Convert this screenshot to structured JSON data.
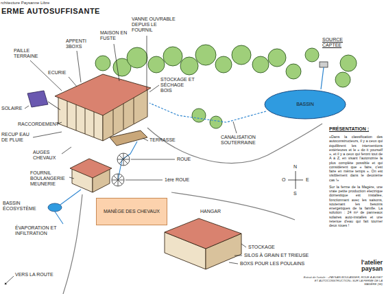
{
  "diagram": {
    "title": "ERME AUTOSUFFISANTE",
    "nodes": [
      {
        "text": [
          "MANÈGE DES CHEVAUX"
        ]
      },
      {
        "text": [
          "BASSIN"
        ]
      }
    ],
    "labels": [
      "rchitecture Paysanne Libre",
      "PAILLE TERRAINE",
      "APPENTI 3BOXS",
      "MAISON EN FUSTE",
      "VANNE OUVRABLE DEPUIS LE FOURNIL",
      "SOURCE CAPTÉE",
      "ECURIE",
      "SOLAIRE",
      "STOCKAGE ET SÉCHAGE BOIS",
      "RACCORDEMENT",
      "RECUP EAU DE PLUIE",
      "TERRASSE",
      "CANALISATION SOUTERRAINE",
      "AUGES CHEVAUX",
      "ROUE",
      "FOURNIL BOULANGERIE MEUNERIE",
      "1ère ROUE",
      "N",
      "O",
      "E",
      "S",
      "PRÉSENTATION :",
      "«Dans la classification des autoconstructeurs, il y a ceux qui équilibrent les interventions extérieures et le « do it yourself », et il y a ceux qui feront tout de A à Z, en visant l'autonomie la plus complète possible et qui considèrent que « faire, c'est faire en même temps ». On est visiblement dans le deuxième cas !»",
      "Sur la ferme de la Magère, une vraie petite production électrique domestique est installée, fonctionnant avec les saisons, soutenant les besoins énergétiques de la famille. La solution : 24 m² de panneaux solaires auto-installés et une retenue d'eau qui fait tourner deux roues !",
      "BASSIN ÉCOSYSTÈME",
      "ÉVAPORATION ET INFILTRATION",
      "HANGAR",
      "STOCKAGE",
      "SILOS À GRAIN ET TRIEUSE",
      "BOXS POUR LES POULAINS",
      "VERS LA ROUTE",
      "l'atelier paysan",
      "Extrait de l'article : «PAYSAN BOULANGER, ROUE À AUGET ET AUTOCONSTRUCTION» SUR LA FERME DE LA MAGÈRE (56)"
    ]
  }
}
